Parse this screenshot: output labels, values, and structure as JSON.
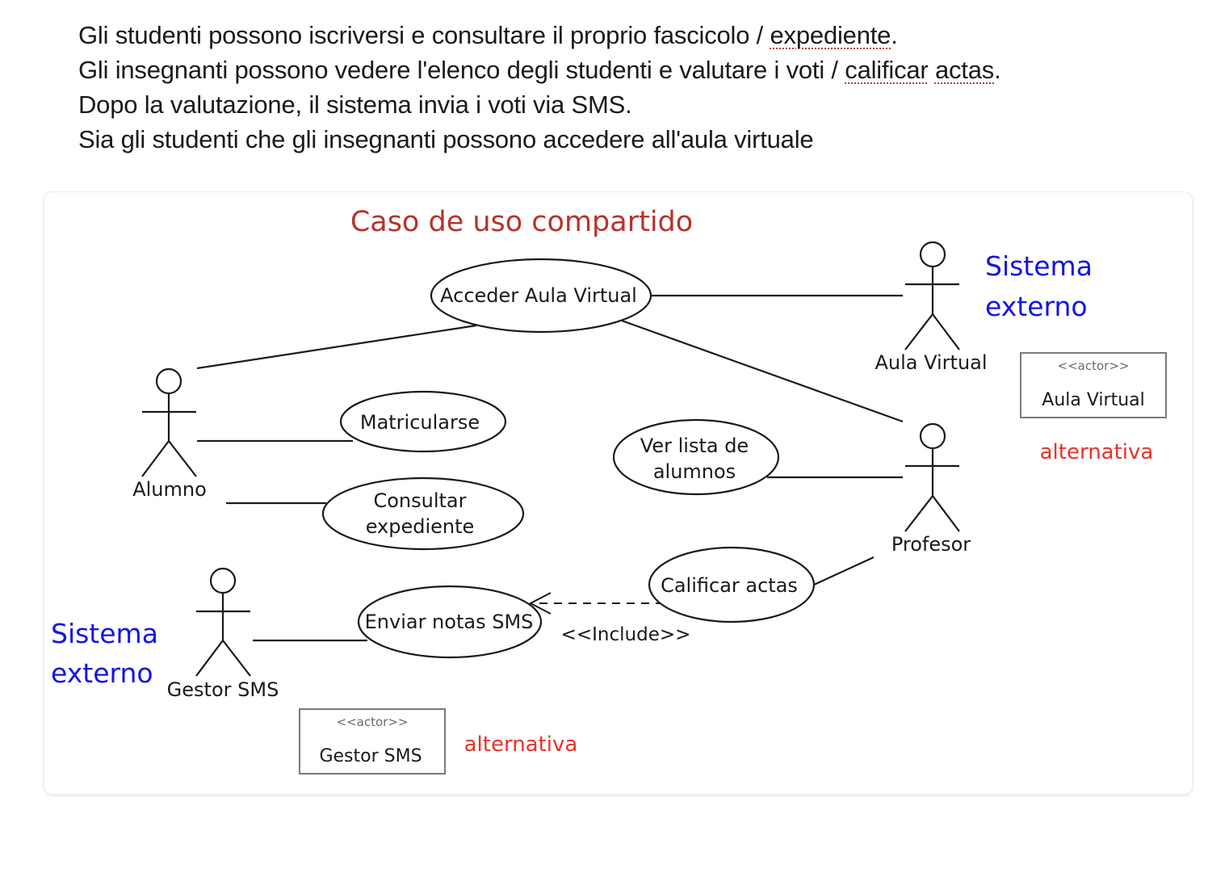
{
  "intro": {
    "line1_a": "Gli studenti possono iscriversi e consultare il proprio fascicolo / ",
    "line1_b": "expediente",
    "line1_c": ".",
    "line2_a": "Gli insegnanti possono vedere l'elenco degli studenti e valutare i voti / ",
    "line2_b": "calificar",
    "line2_c": " ",
    "line2_d": "actas",
    "line2_e": ".",
    "line3": "Dopo la valutazione, il sistema invia i voti via SMS.",
    "line4": "Sia gli studenti che gli insegnanti possono accedere all'aula virtuale"
  },
  "diagram": {
    "title": "Caso de uso compartido",
    "actors": {
      "alumno": "Alumno",
      "profesor": "Profesor",
      "aula_virtual": "Aula Virtual",
      "gestor_sms": "Gestor SMS"
    },
    "use_cases": {
      "acceder": "Acceder Aula Virtual",
      "matricularse": "Matricularse",
      "consultar_1": "Consultar",
      "consultar_2": "expediente",
      "ver_lista_1": "Ver lista de",
      "ver_lista_2": "alumnos",
      "calificar": "Calificar actas",
      "enviar": "Enviar notas SMS"
    },
    "include_label": "<<Include>>",
    "sistema_externo_1": "Sistema",
    "sistema_externo_2": "externo",
    "stereotype": "<<actor>>",
    "box_aula": "Aula Virtual",
    "box_gestor": "Gestor SMS",
    "alternativa": "alternativa"
  },
  "colors": {
    "title_red": "#b8322c",
    "external_blue": "#1414e6",
    "alternativa_red": "#e8322a",
    "line": "#1a1a1a"
  }
}
